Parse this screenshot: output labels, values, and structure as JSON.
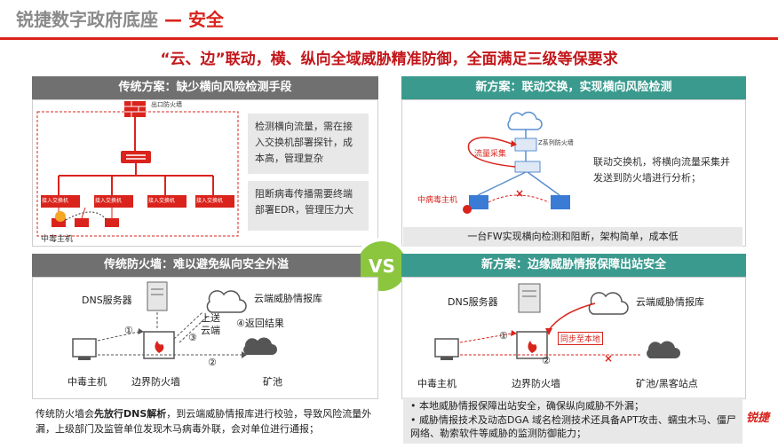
{
  "header": {
    "title_main": "锐捷数字政府底座",
    "title_sep": " — ",
    "title_accent": "安全"
  },
  "headline": "“云、边”联动，横、纵向全域威胁精准防御，全面满足三级等保要求",
  "vs_label": "VS",
  "logo_text": "锐捷",
  "panel_tl": {
    "bar": "传统方案：缺少横向风险检测手段",
    "outlet_label": "出口防火墙",
    "switch_labels": [
      "接入交换机",
      "接入交换机",
      "接入交换机",
      "接入交换机"
    ],
    "infected_host": "中毒主机",
    "note1": "检测横向流量，需在接入交换机部署探针，成本高，管理复杂",
    "note2": "阻断病毒传播需要终端部署EDR，管理压力大"
  },
  "panel_tr": {
    "bar": "新方案：联动交换，实现横向风险检测",
    "firewall_label": "Z系列防火墙",
    "flow_label": "流量采集",
    "infected_host": "中病毒主机",
    "desc": "联动交换机，将横向流量采集并发送到防火墙进行分析；",
    "caption": "一台FW实现横向检测和阻断，架构简单，成本低"
  },
  "panel_bl": {
    "bar": "传统防火墙：难以避免纵向安全外溢",
    "dns": "DNS服务器",
    "cloud": "云端威胁情报库",
    "upload": "上送云端",
    "return": "④返回结果",
    "step1": "①",
    "step2": "②",
    "step3": "③",
    "infected": "中毒主机",
    "firewall": "边界防火墙",
    "mine": "矿池",
    "caption_pre": "传统防火墙会",
    "caption_bold": "先放行DNS解析",
    "caption_post": "，到云端威胁情报库进行校验，导致风险流量外漏，上级部门及监管单位发现木马病毒外联，会对单位进行通报；"
  },
  "panel_br": {
    "bar": "新方案：边缘威胁情报保障出站安全",
    "dns": "DNS服务器",
    "cloud": "云端威胁情报库",
    "sync": "同步至本地",
    "step1": "①",
    "step2": "②",
    "infected": "中毒主机",
    "firewall": "边界防火墙",
    "mine": "矿池/黑客站点",
    "bullets": [
      "本地威胁情报保障出站安全，确保纵向威胁不外漏；",
      "威胁情报技术及动态DGA 域名检测技术还具备APT攻击、蠕虫木马、僵尸网络、勒索软件等威胁的监测防御能力；"
    ]
  },
  "colors": {
    "accent_red": "#d9231c",
    "headline_red": "#c3171b",
    "bar_gray": "#707070",
    "bar_teal": "#3b9a8e",
    "vs_green": "#8cc63f"
  }
}
